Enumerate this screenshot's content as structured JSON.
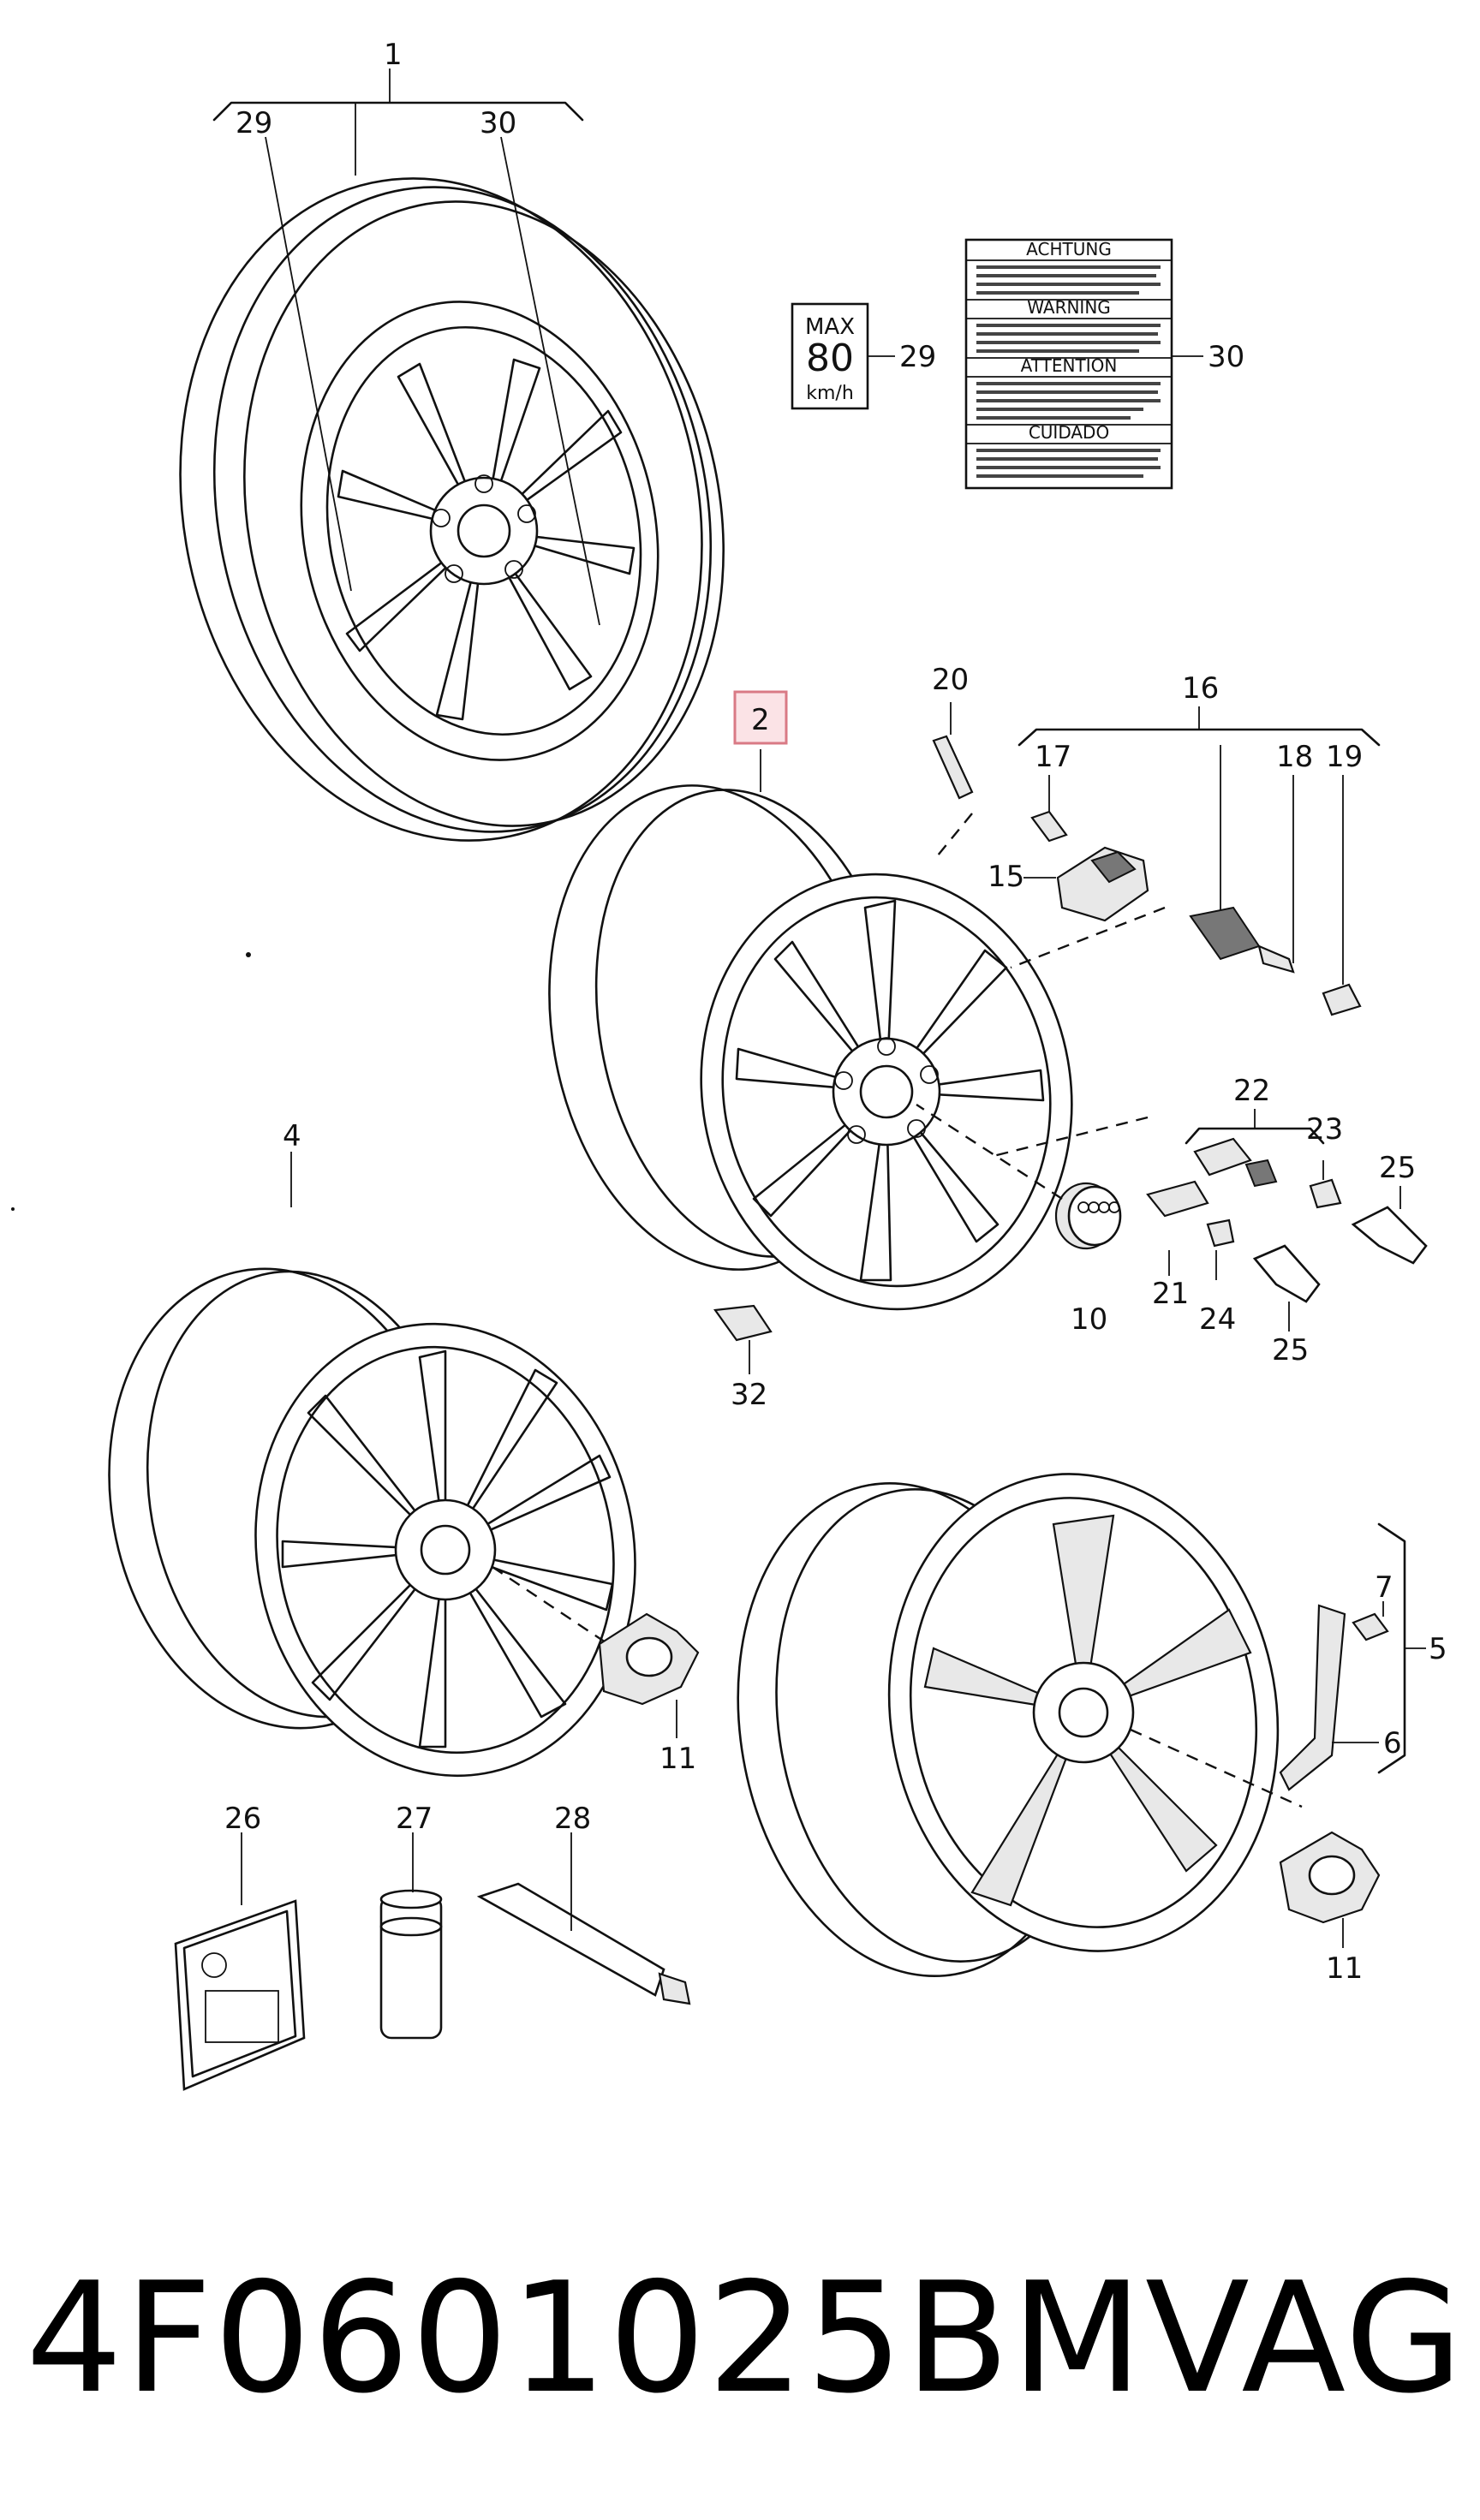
{
  "callouts": {
    "c1": "1",
    "c2": "2",
    "c4": "4",
    "c5": "5",
    "c6": "6",
    "c7": "7",
    "c10": "10",
    "c11a": "11",
    "c11b": "11",
    "c15": "15",
    "c16": "16",
    "c17": "17",
    "c18": "18",
    "c19": "19",
    "c20": "20",
    "c21": "21",
    "c22": "22",
    "c23": "23",
    "c24": "24",
    "c25a": "25",
    "c25b": "25",
    "c26": "26",
    "c27": "27",
    "c28": "28",
    "c29a": "29",
    "c29b": "29",
    "c30a": "30",
    "c30b": "30",
    "c32": "32"
  },
  "speed_label": {
    "top": "MAX",
    "value": "80",
    "unit": "km/h"
  },
  "warning_label": {
    "headings": [
      "ACHTUNG",
      "WARNING",
      "ATTENTION",
      "CUIDADO"
    ]
  },
  "footer": {
    "part_number": "4F0601025BM",
    "brand": "VAG"
  },
  "colors": {
    "highlight_stroke": "#d97a85",
    "highlight_fill": "#fbe3e6",
    "ink": "#111111"
  }
}
